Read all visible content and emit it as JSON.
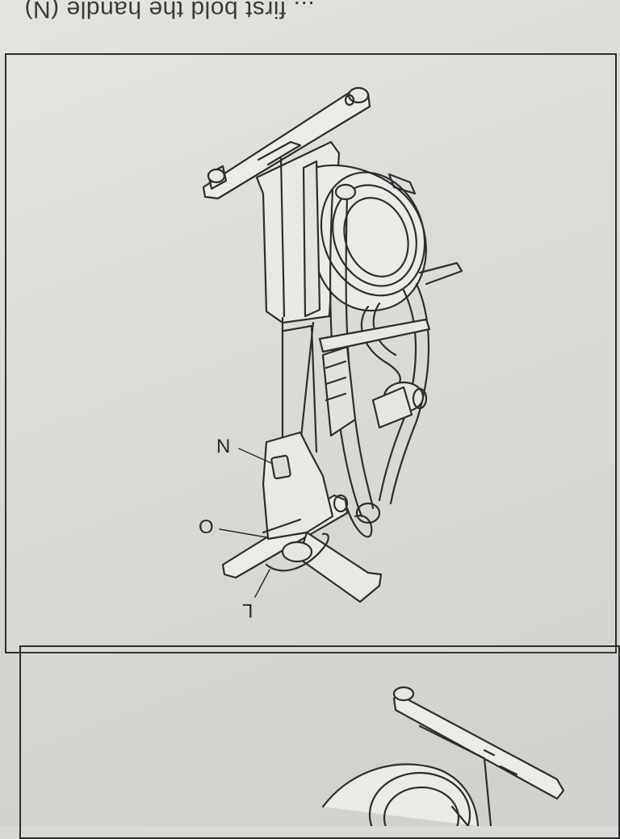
{
  "caption": {
    "text": "... first bold the handle (N)"
  },
  "callouts": {
    "n": "N",
    "o": "O",
    "l": "L"
  },
  "colors": {
    "ink": "#2d2d2d",
    "paper": "#dcdbd7"
  }
}
